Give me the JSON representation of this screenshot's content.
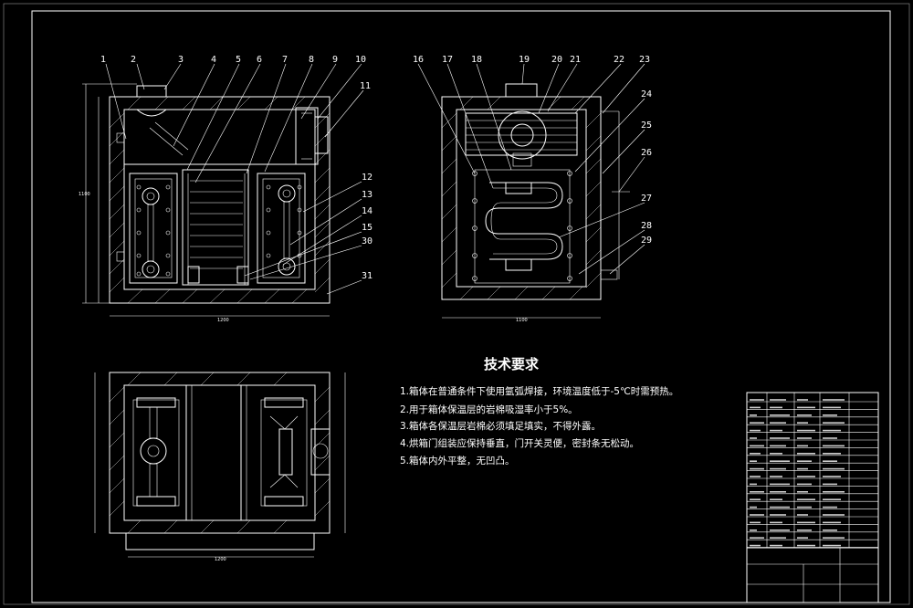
{
  "requirements": {
    "title": "技术要求",
    "items": [
      "1.箱体在普通条件下使用氩弧焊接，环境温度低于-5℃时需预热。",
      "2.用于箱体保温层的岩棉吸湿率小于5%。",
      "3.箱体各保温层岩棉必须填足填实，不得外露。",
      "4.烘箱门组装应保持垂直，门开关灵便，密封条无松动。",
      "5.箱体内外平整，无凹凸。"
    ]
  },
  "part_labels_front": [
    "1",
    "2",
    "3",
    "4",
    "5",
    "6",
    "7",
    "8",
    "9",
    "10",
    "11",
    "12",
    "13",
    "14",
    "15",
    "30",
    "31"
  ],
  "part_labels_side": [
    "16",
    "17",
    "18",
    "19",
    "20",
    "21",
    "22",
    "23",
    "24",
    "25",
    "26",
    "27",
    "28",
    "29"
  ]
}
